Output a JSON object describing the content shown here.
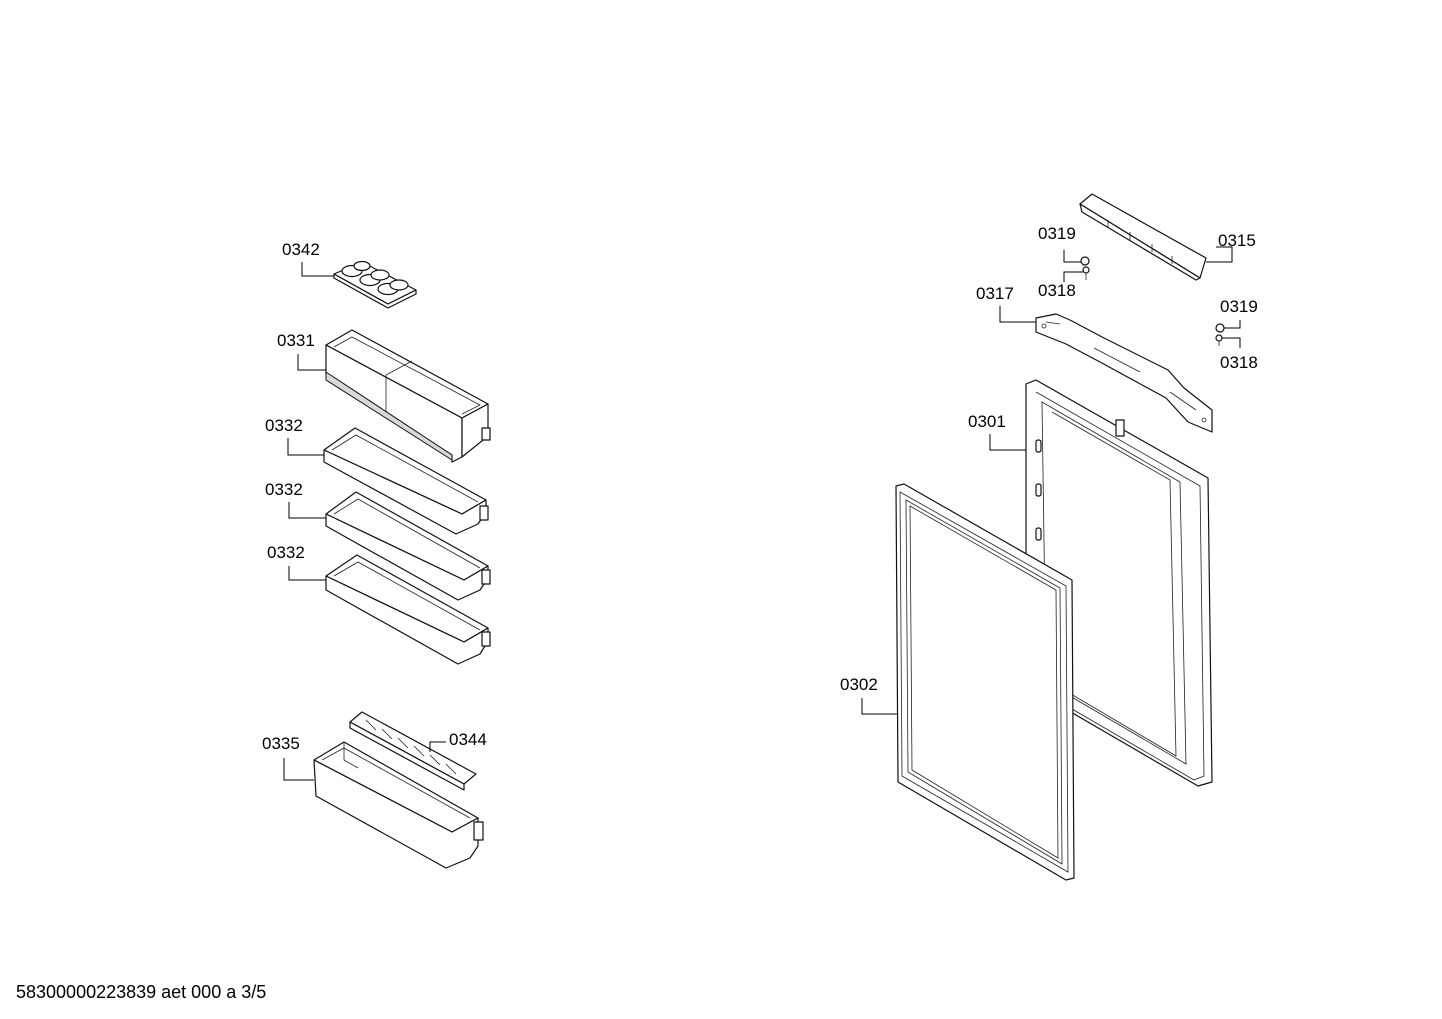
{
  "labels": {
    "p0342": "0342",
    "p0331": "0331",
    "p0332a": "0332",
    "p0332b": "0332",
    "p0332c": "0332",
    "p0335": "0335",
    "p0344": "0344",
    "p0319a": "0319",
    "p0318a": "0318",
    "p0315": "0315",
    "p0317": "0317",
    "p0319b": "0319",
    "p0318b": "0318",
    "p0301": "0301",
    "p0302": "0302"
  },
  "footer": "58300000223839 aet 000 a 3/5"
}
